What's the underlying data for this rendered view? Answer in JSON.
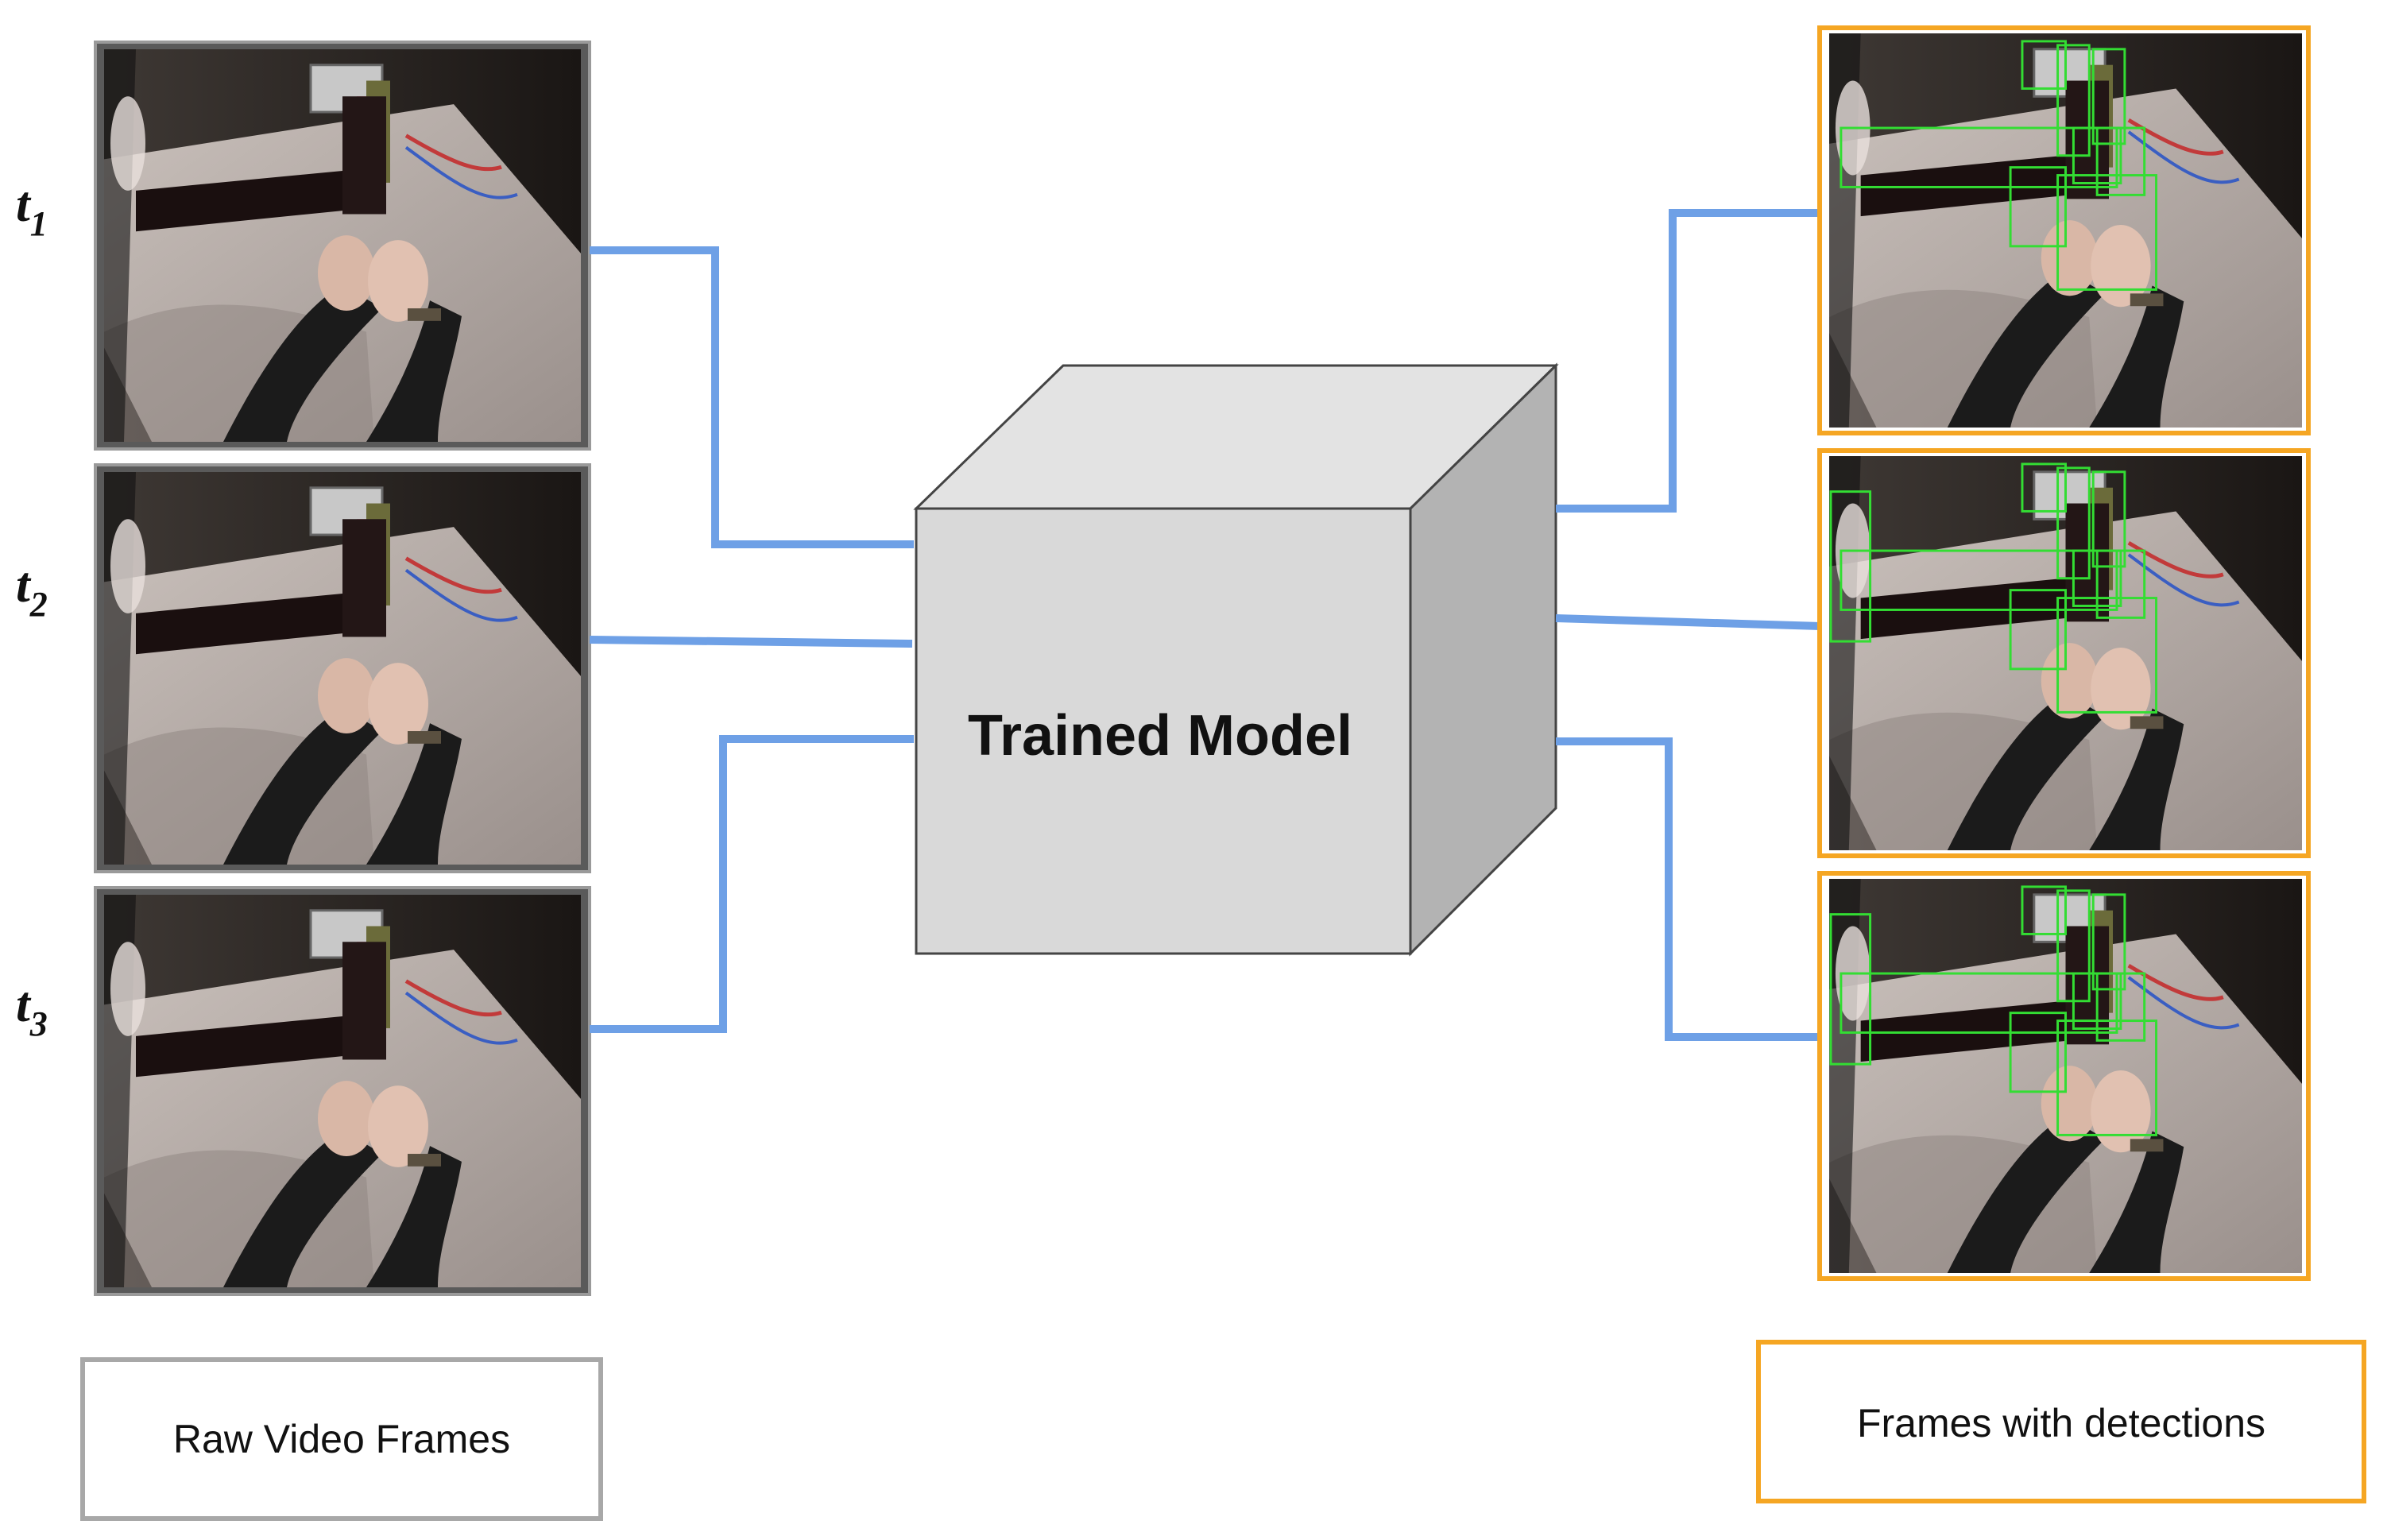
{
  "model": {
    "title": "Trained Model"
  },
  "left_frames": [
    {
      "label": "t",
      "subscript": "1"
    },
    {
      "label": "t",
      "subscript": "2"
    },
    {
      "label": "t",
      "subscript": "3"
    }
  ],
  "legend": {
    "raw": "Raw Video Frames",
    "detections": "Frames with detections"
  },
  "colors": {
    "connector": "#6ea0e6",
    "detection_border": "#f5a623",
    "raw_border": "#8a8a8a",
    "detection_box": "#33dd33",
    "cube_front": "#d9d9d9",
    "cube_top": "#e3e3e3",
    "cube_side": "#b3b3b3"
  }
}
